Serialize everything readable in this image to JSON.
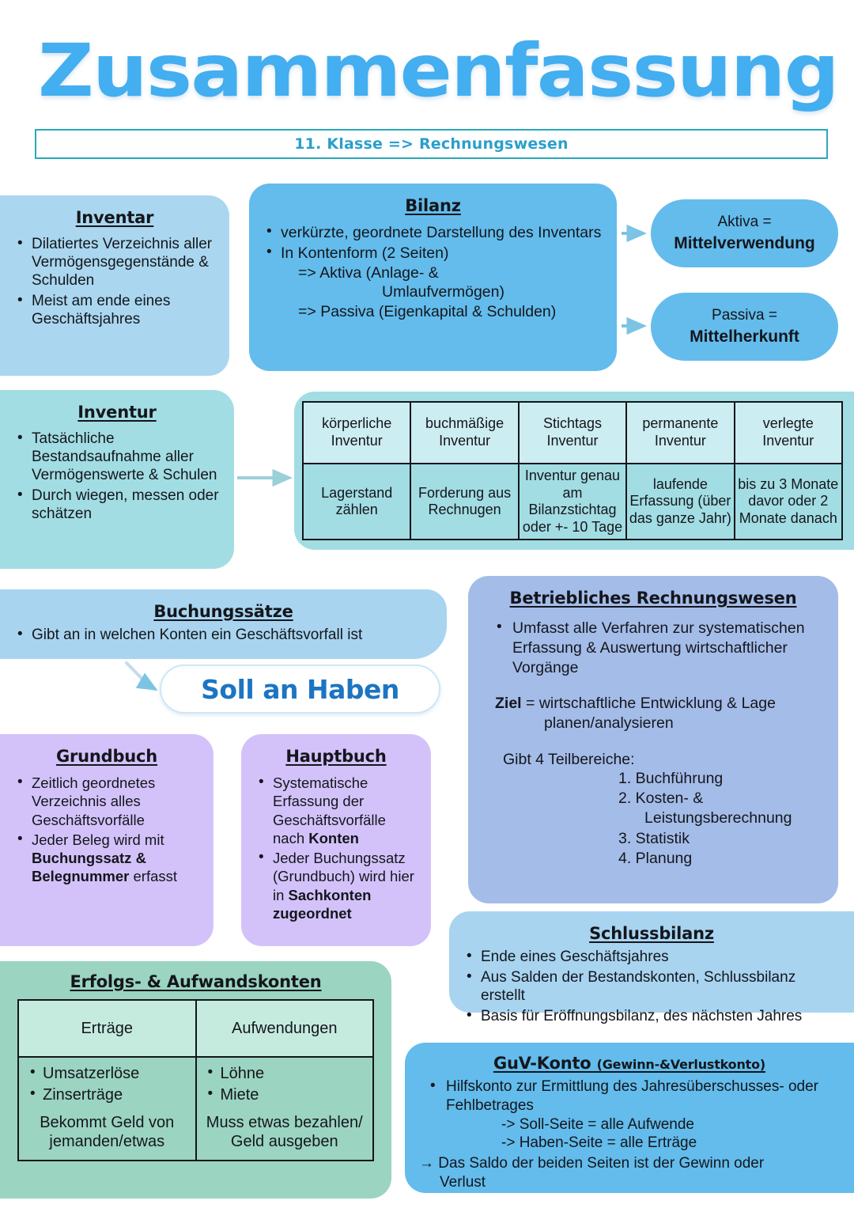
{
  "header": {
    "title": "Zusammenfassung",
    "subtitle": "11. Klasse => Rechnungswesen"
  },
  "inventar": {
    "heading": "Inventar ",
    "bullets": [
      "Dilatiertes Verzeichnis aller Vermögensgegenstände & Schulden",
      "Meist am ende eines Geschäftsjahres"
    ]
  },
  "bilanz": {
    "heading": "Bilanz ",
    "bullet1": "verkürzte, geordnete Darstellung des Inventars",
    "bullet2": "In Kontenform (2 Seiten)",
    "line_aktiva": "=> Aktiva (Anlage- &",
    "line_aktiva2": "Umlaufvermögen)",
    "line_passiva": "=> Passiva (Eigenkapital & Schulden)"
  },
  "aktiva_pill": {
    "line1": "Aktiva =",
    "line2": "Mittelverwendung"
  },
  "passiva_pill": {
    "line1": "Passiva =",
    "line2": "Mittelherkunft"
  },
  "inventur": {
    "heading": "Inventur",
    "bullets": [
      "Tatsächliche Bestandsaufnahme aller Vermögenswerte & Schulen",
      "Durch wiegen, messen oder schätzen"
    ]
  },
  "inventur_table": {
    "headers": [
      "körperliche Inventur",
      "buchmäßige Inventur",
      "Stichtags Inventur",
      "permanente Inventur",
      "verlegte Inventur"
    ],
    "body": [
      "Lagerstand zählen",
      "Forderung aus Rechnugen",
      "Inventur genau am Bilanzstichtag oder  +- 10 Tage",
      "laufende Erfassung (über das ganze Jahr)",
      "bis zu 3 Monate davor oder 2 Monate danach"
    ]
  },
  "buchungssaetze": {
    "heading": "Buchungssätze",
    "bullet": "Gibt an in welchen Konten ein Geschäftsvorfall ist"
  },
  "soll_an_haben": {
    "label": "Soll an Haben"
  },
  "brw": {
    "heading": "Betriebliches Rechnungswesen",
    "bullet": "Umfasst alle Verfahren zur systematischen Erfassung & Auswertung wirtschaftlicher Vorgänge",
    "ziel_label": "Ziel",
    "ziel_text": " = wirtschaftliche Entwicklung & Lage",
    "ziel_text2": "planen/analysieren",
    "teilbereiche_label": "Gibt 4 Teilbereiche:",
    "items": [
      "1. Buchführung",
      "2. Kosten- &",
      "3. Statistik",
      "4. Planung"
    ],
    "item2_cont": "Leistungsberechnung"
  },
  "grundbuch": {
    "heading": "Grundbuch",
    "b1": "Zeitlich geordnetes Verzeichnis alles Geschäftsvorfälle",
    "b2_pre": "Jeder Beleg wird mit ",
    "b2_bold": "Buchungssatz & Belegnummer",
    "b2_post": " erfasst"
  },
  "hauptbuch": {
    "heading": "Hauptbuch",
    "b1_pre": "Systematische Erfassung der Geschäftsvorfälle nach ",
    "b1_bold": "Konten",
    "b2_pre": "Jeder Buchungssatz (Grundbuch) wird hier in ",
    "b2_bold": "Sachkonten zugeordnet"
  },
  "schlussbilanz": {
    "heading": "Schlussbilanz",
    "bullets": [
      "Ende eines Geschäftsjahres",
      "Aus Salden der Bestandskonten, Schlussbilanz erstellt",
      "Basis für Eröffnungsbilanz, des nächsten Jahres"
    ]
  },
  "guv": {
    "heading": "GuV-Konto ",
    "heading_sub": "(Gewinn-&Verlustkonto)",
    "bullet": "Hilfskonto zur Ermittlung des Jahresüberschusses- oder Fehlbetrages",
    "line_soll": "-> Soll-Seite = alle Aufwende",
    "line_haben": "-> Haben-Seite = alle Erträge",
    "final": "→ Das Saldo der beiden Seiten ist der Gewinn oder",
    "final2": "Verlust"
  },
  "erfolgs": {
    "heading": "Erfolgs- & Aufwandskonten",
    "col1_header": "Erträge",
    "col2_header": "Aufwendungen",
    "col1_items": [
      "Umsatzerlöse",
      "Zinserträge"
    ],
    "col2_items": [
      "Löhne",
      "Miete"
    ],
    "col1_note": "Bekommt Geld von jemanden/etwas",
    "col2_note": "Muss etwas bezahlen/ Geld ausgeben"
  },
  "colors": {
    "title_blue": "#43AEF0",
    "subtitle_teal": "#2AA8B8",
    "light_blue": "#AAD7EF",
    "bright_blue": "#63BCEC",
    "teal": "#A2DDE3",
    "periwinkle": "#A4BCE8",
    "purple": "#D3C2FA",
    "mint": "#9BD4C1",
    "soll_haben_text": "#1C75C2"
  }
}
